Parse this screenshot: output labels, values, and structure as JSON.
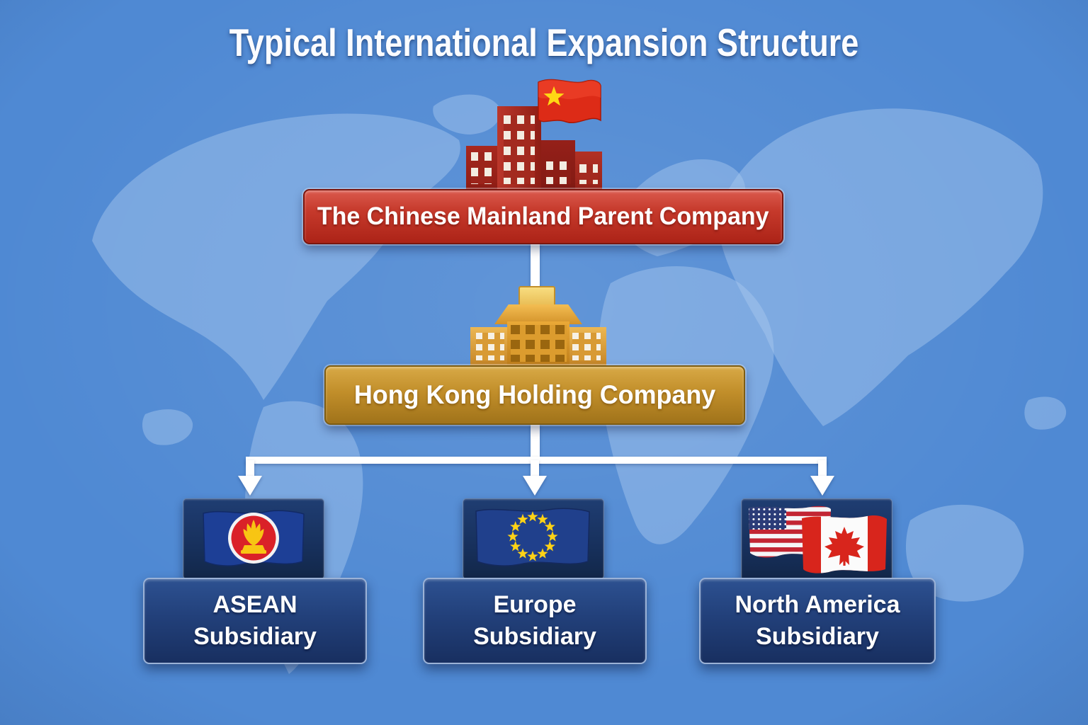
{
  "title": "Typical International Expansion Structure",
  "org_chart": {
    "root": {
      "label": "The Chinese Mainland Parent Company",
      "icon": "red-office-building-with-china-flag",
      "box_color": "#b82a1e"
    },
    "level2": {
      "label": "Hong Kong Holding Company",
      "icon": "gold-bank-building",
      "box_color": "#b5861f"
    },
    "level3": [
      {
        "region": "ASEAN",
        "type": "Subsidiary",
        "flag": "asean-flag"
      },
      {
        "region": "Europe",
        "type": "Subsidiary",
        "flag": "european-union-flag"
      },
      {
        "region": "North America",
        "type": "Subsidiary",
        "flag": "usa-and-canada-flags"
      }
    ],
    "subsidiary_box_color": "#1f3d72"
  },
  "background": {
    "description": "blue watercolor world map",
    "base_color": "#4f89d3",
    "map_color": "#aac9ef",
    "connector_color": "#ffffff"
  }
}
